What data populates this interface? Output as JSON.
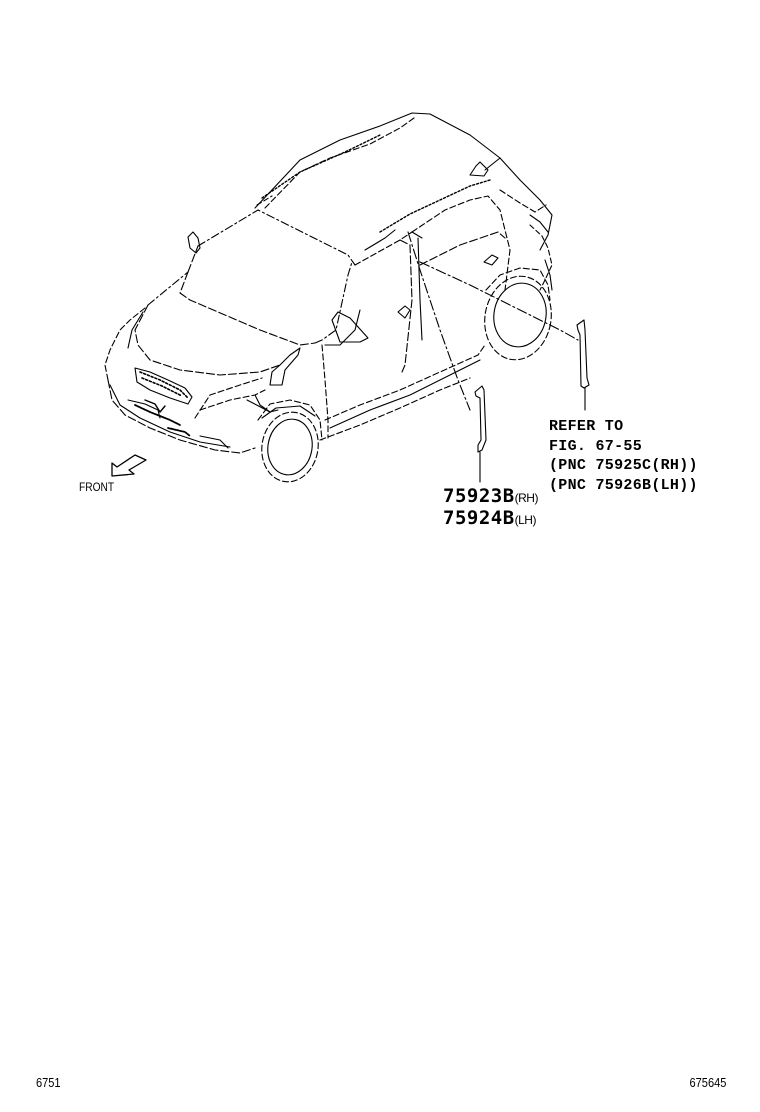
{
  "diagram": {
    "front_label": "FRONT",
    "parts": [
      {
        "number": "75923B",
        "side": "(RH)"
      },
      {
        "number": "75924B",
        "side": "(LH)"
      }
    ],
    "reference_note": {
      "lines": [
        "REFER TO",
        "FIG. 67-55",
        "(PNC 75925C(RH))",
        "(PNC 75926B(LH))"
      ]
    },
    "icons": [
      "front-arrow-icon"
    ]
  },
  "footer": {
    "figure_code": "6751",
    "drawing_number": "675645"
  }
}
